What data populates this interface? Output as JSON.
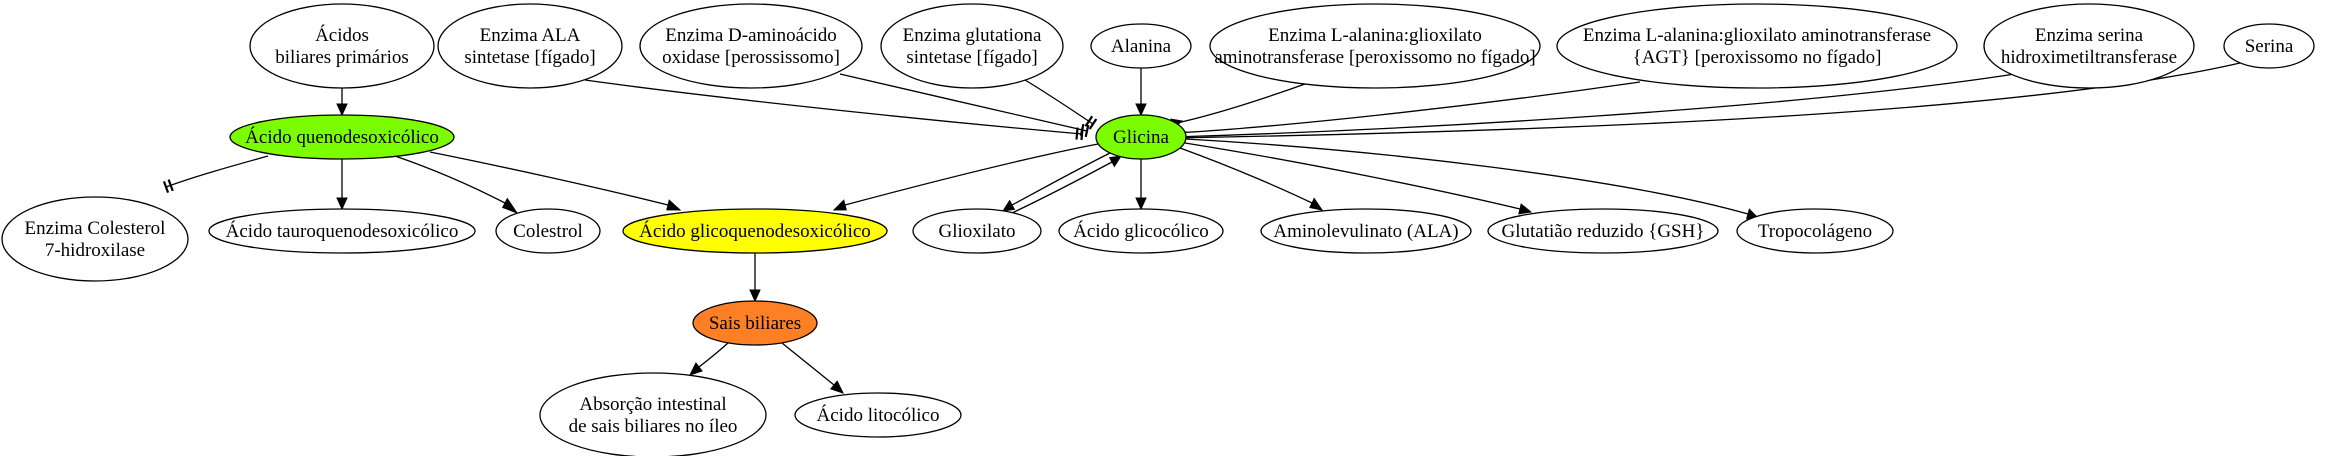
{
  "diagram": {
    "colors": {
      "default_fill": "#ffffff",
      "highlight_green": "#7cfc00",
      "highlight_yellow": "#ffff00",
      "highlight_orange": "#ff7f24",
      "stroke": "#000000"
    },
    "nodes": [
      {
        "id": "acidos_biliares_primarios",
        "lines": [
          "Ácidos",
          "biliares primários"
        ],
        "fill": "default"
      },
      {
        "id": "acido_quenodesoxicolico",
        "lines": [
          "Ácido quenodesoxicólico"
        ],
        "fill": "green"
      },
      {
        "id": "enzima_colesterol_7_hidroxilase",
        "lines": [
          "Enzima Colesterol",
          "7-hidroxilase"
        ],
        "fill": "default"
      },
      {
        "id": "acido_tauroquenodesoxicolico",
        "lines": [
          "Ácido tauroquenodesoxicólico"
        ],
        "fill": "default"
      },
      {
        "id": "colestrol",
        "lines": [
          "Colestrol"
        ],
        "fill": "default"
      },
      {
        "id": "acido_glicoquenodesoxicolico",
        "lines": [
          "Ácido glicoquenodesoxicólico"
        ],
        "fill": "yellow"
      },
      {
        "id": "sais_biliares",
        "lines": [
          "Sais biliares"
        ],
        "fill": "orange"
      },
      {
        "id": "absorcao_intestinal",
        "lines": [
          "Absorção intestinal",
          "de sais biliares no íleo"
        ],
        "fill": "default"
      },
      {
        "id": "acido_litocolico",
        "lines": [
          "Ácido litocólico"
        ],
        "fill": "default"
      },
      {
        "id": "enzima_ala_sintetase",
        "lines": [
          "Enzima ALA",
          "sintetase [fígado]"
        ],
        "fill": "default"
      },
      {
        "id": "enzima_d_aminoacido_oxidase",
        "lines": [
          "Enzima D-aminoácido",
          "oxidase [perossissomo]"
        ],
        "fill": "default"
      },
      {
        "id": "enzima_glutationa_sintetase",
        "lines": [
          "Enzima glutationa",
          "sintetase [fígado]"
        ],
        "fill": "default"
      },
      {
        "id": "alanina",
        "lines": [
          "Alanina"
        ],
        "fill": "default"
      },
      {
        "id": "enzima_l_alanina_glioxilato_1",
        "lines": [
          "Enzima L-alanina:glioxilato",
          "aminotransferase [peroxissomo no fígado]"
        ],
        "fill": "default"
      },
      {
        "id": "enzima_l_alanina_glioxilato_agt",
        "lines": [
          "Enzima L-alanina:glioxilato aminotransferase",
          "{AGT} [peroxissomo no fígado]"
        ],
        "fill": "default"
      },
      {
        "id": "enzima_serina_hidroximetiltransferase",
        "lines": [
          "Enzima serina",
          "hidroximetiltransferase"
        ],
        "fill": "default"
      },
      {
        "id": "serina",
        "lines": [
          "Serina"
        ],
        "fill": "default"
      },
      {
        "id": "glicina",
        "lines": [
          "Glicina"
        ],
        "fill": "green"
      },
      {
        "id": "glioxilato",
        "lines": [
          "Glioxilato"
        ],
        "fill": "default"
      },
      {
        "id": "acido_glicocolico",
        "lines": [
          "Ácido glicocólico"
        ],
        "fill": "default"
      },
      {
        "id": "aminolevulinato_ala",
        "lines": [
          "Aminolevulinato (ALA)"
        ],
        "fill": "default"
      },
      {
        "id": "glutatiao_reduzido_gsh",
        "lines": [
          "Glutatião reduzido {GSH}"
        ],
        "fill": "default"
      },
      {
        "id": "tropocolageno",
        "lines": [
          "Tropocolágeno"
        ],
        "fill": "default"
      }
    ],
    "edges": [
      {
        "from": "acidos_biliares_primarios",
        "to": "acido_quenodesoxicolico",
        "kind": "arrow"
      },
      {
        "from": "acido_quenodesoxicolico",
        "to": "enzima_colesterol_7_hidroxilase",
        "kind": "tee"
      },
      {
        "from": "acido_quenodesoxicolico",
        "to": "acido_tauroquenodesoxicolico",
        "kind": "arrow"
      },
      {
        "from": "acido_quenodesoxicolico",
        "to": "colestrol",
        "kind": "arrow"
      },
      {
        "from": "acido_quenodesoxicolico",
        "to": "acido_glicoquenodesoxicolico",
        "kind": "arrow"
      },
      {
        "from": "glicina",
        "to": "acido_glicoquenodesoxicolico",
        "kind": "arrow"
      },
      {
        "from": "acido_glicoquenodesoxicolico",
        "to": "sais_biliares",
        "kind": "arrow"
      },
      {
        "from": "sais_biliares",
        "to": "absorcao_intestinal",
        "kind": "arrow"
      },
      {
        "from": "sais_biliares",
        "to": "acido_litocolico",
        "kind": "arrow"
      },
      {
        "from": "enzima_ala_sintetase",
        "to": "glicina",
        "kind": "tee"
      },
      {
        "from": "enzima_d_aminoacido_oxidase",
        "to": "glicina",
        "kind": "tee"
      },
      {
        "from": "enzima_glutationa_sintetase",
        "to": "glicina",
        "kind": "tee"
      },
      {
        "from": "alanina",
        "to": "glicina",
        "kind": "arrow"
      },
      {
        "from": "enzima_l_alanina_glioxilato_1",
        "to": "glicina",
        "kind": "arrow"
      },
      {
        "from": "enzima_l_alanina_glioxilato_agt",
        "to": "glicina",
        "kind": "arrow"
      },
      {
        "from": "enzima_serina_hidroximetiltransferase",
        "to": "glicina",
        "kind": "arrow"
      },
      {
        "from": "serina",
        "to": "glicina",
        "kind": "arrow"
      },
      {
        "from": "glicina",
        "to": "glioxilato",
        "kind": "arrow"
      },
      {
        "from": "glioxilato",
        "to": "glicina",
        "kind": "arrow"
      },
      {
        "from": "glicina",
        "to": "acido_glicocolico",
        "kind": "arrow"
      },
      {
        "from": "glicina",
        "to": "aminolevulinato_ala",
        "kind": "arrow"
      },
      {
        "from": "glicina",
        "to": "glutatiao_reduzido_gsh",
        "kind": "arrow"
      },
      {
        "from": "glicina",
        "to": "tropocolageno",
        "kind": "arrow"
      }
    ]
  }
}
